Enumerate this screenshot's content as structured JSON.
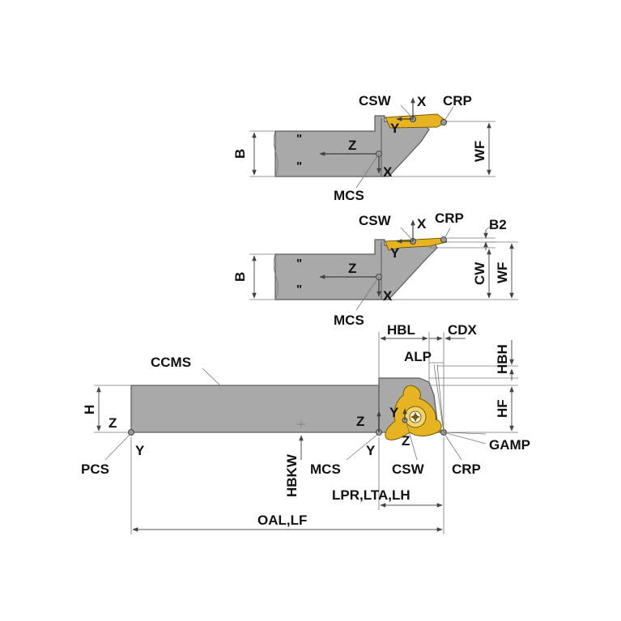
{
  "colors": {
    "body": "#a9a9a9",
    "insert": "#e6b422",
    "line": "#555555",
    "text": "#111111"
  },
  "top_view": {
    "labels": {
      "csw": "CSW",
      "x_axis": "X",
      "crp": "CRP",
      "y_axis": "Y",
      "z_axis": "Z",
      "x_axis_2": "X",
      "b": "B",
      "wf": "WF",
      "mcs": "MCS"
    }
  },
  "middle_view": {
    "labels": {
      "csw": "CSW",
      "x_axis": "X",
      "crp": "CRP",
      "b2": "B2",
      "y_axis": "Y",
      "z_axis": "Z",
      "x_axis_2": "X",
      "b": "B",
      "cw": "CW",
      "wf": "WF",
      "mcs": "MCS"
    }
  },
  "side_view": {
    "labels": {
      "hbl": "HBL",
      "cdx": "CDX",
      "hbh": "HBH",
      "alp": "ALP",
      "ccms": "CCMS",
      "h": "H",
      "hf": "HF",
      "z_pcs": "Z",
      "y_pcs": "Y",
      "pcs": "PCS",
      "z_mcs": "Z",
      "y_mcs": "Y",
      "mcs": "MCS",
      "y_insert": "Y",
      "z_insert": "Z",
      "csw": "CSW",
      "crp": "CRP",
      "gamp": "GAMP",
      "hbkw": "HBKW",
      "lpr_lta_lh": "LPR,LTA,LH",
      "oal_lf": "OAL,LF"
    }
  }
}
